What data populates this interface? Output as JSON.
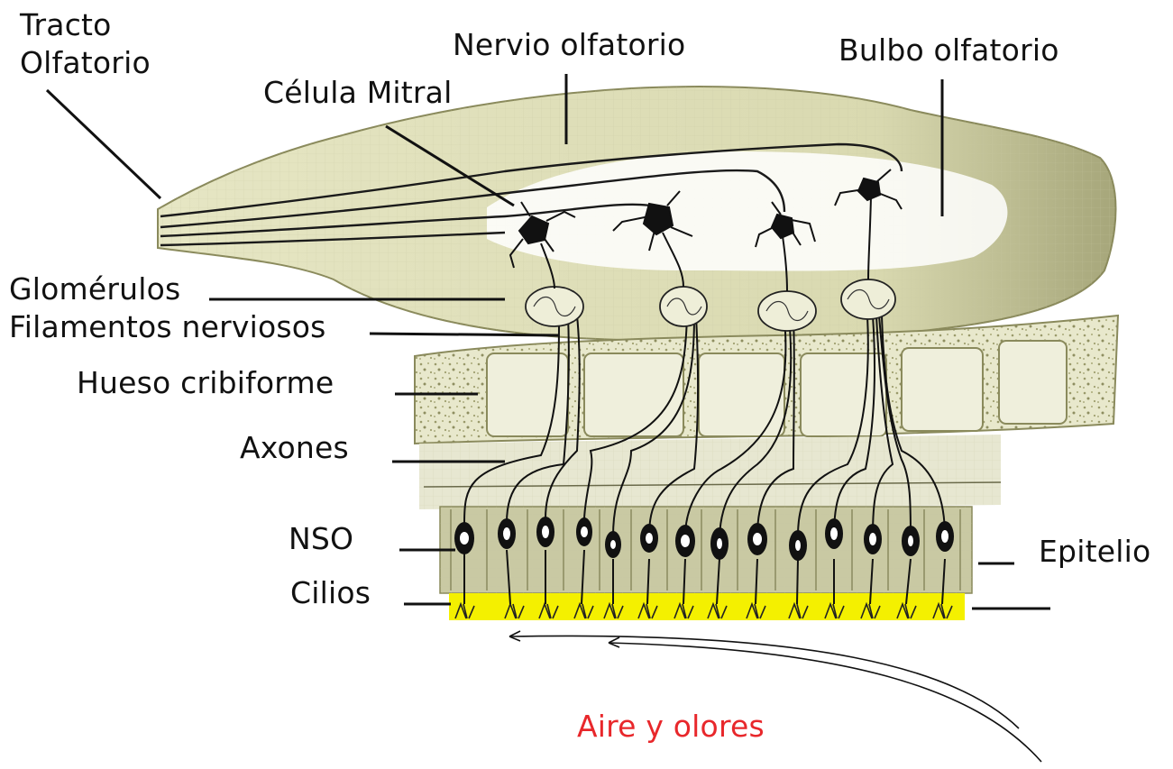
{
  "labels": {
    "tracto_line1": "Tracto",
    "tracto_line2": "Olfatorio",
    "nervio": "Nervio olfatorio",
    "bulbo": "Bulbo olfatorio",
    "mitral": "Célula Mitral",
    "glomerulos": "Glomérulos",
    "filamentos": "Filamentos nerviosos",
    "hueso": "Hueso cribiforme",
    "axones": "Axones",
    "nso": "NSO",
    "epitelio": "Epitelio",
    "cilios": "Cilios",
    "aire": "Aire y olores"
  },
  "colors": {
    "bulb_fill": "#dcdcb4",
    "bulb_dark": "#a9a97c",
    "bone_fill": "#e4e4c8",
    "bone_texture": "#b8b88a",
    "epithelium": "#c9c9a3",
    "cilia_band": "#f4f000",
    "ink": "#111111",
    "air_label": "#e8272b"
  }
}
